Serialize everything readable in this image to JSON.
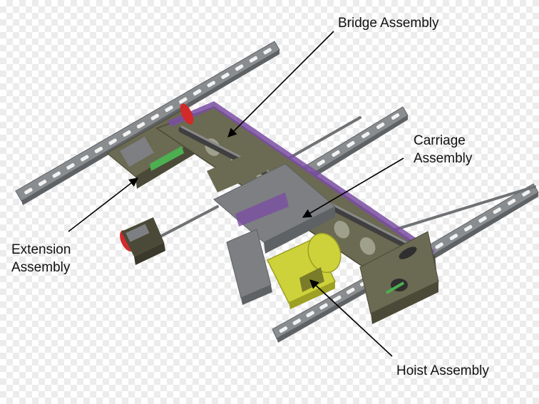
{
  "callouts": {
    "bridge": {
      "lines": [
        "Bridge Assembly"
      ]
    },
    "carriage": {
      "lines": [
        "Carriage",
        "Assembly"
      ]
    },
    "extension": {
      "lines": [
        "Extension",
        "Assembly"
      ]
    },
    "hoist": {
      "lines": [
        "Hoist Assembly"
      ]
    }
  },
  "colors": {
    "frame": "#6b6a52",
    "frame_dark": "#4b4a38",
    "rail": "#8a8d90",
    "rail_dark": "#5f6265",
    "purple": "#7a4fa3",
    "hoist_yellow": "#cdd23a",
    "motor_gray": "#7d7f82",
    "red": "#d02a2a",
    "green": "#4caf50",
    "leader": "#000000"
  }
}
